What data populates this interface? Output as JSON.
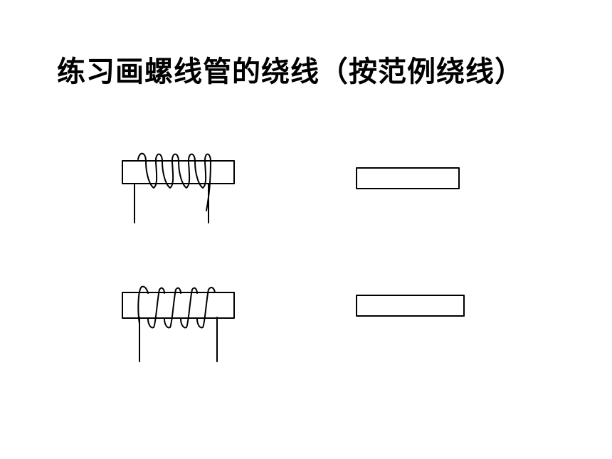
{
  "title": "练习画螺线管的绕线（按范例绕线）",
  "colors": {
    "ink": "#000000",
    "background": "#ffffff"
  },
  "diagrams": [
    {
      "id": "example-1",
      "kind": "wound-solenoid",
      "turns": 5
    },
    {
      "id": "practice-1",
      "kind": "blank-core"
    },
    {
      "id": "example-2",
      "kind": "wound-solenoid",
      "turns": 5
    },
    {
      "id": "practice-2",
      "kind": "blank-core"
    }
  ]
}
